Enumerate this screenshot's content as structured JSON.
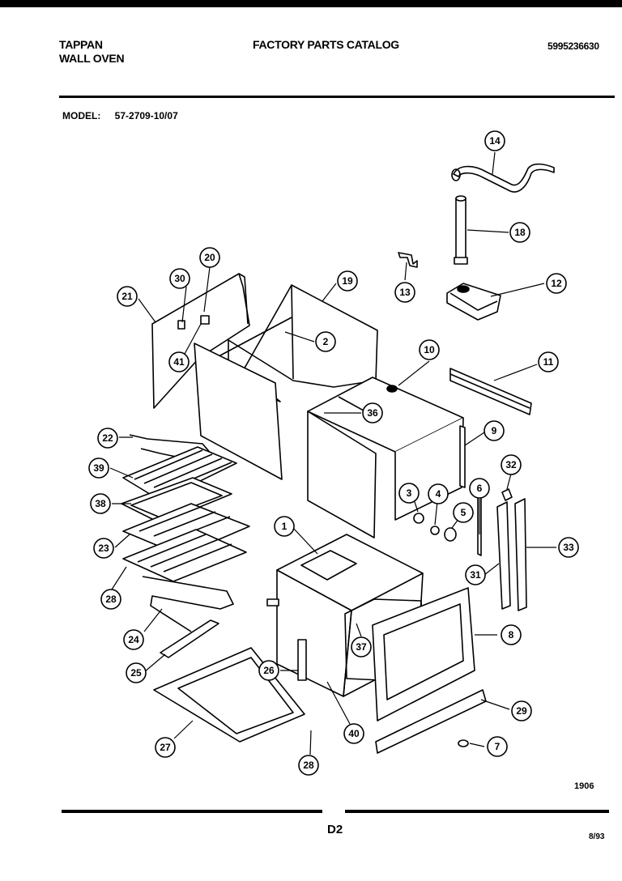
{
  "header": {
    "brand_line1": "TAPPAN",
    "brand_line2": "WALL OVEN",
    "catalog_title": "FACTORY PARTS CATALOG",
    "catalog_number": "5995236630"
  },
  "model": {
    "label": "MODEL:",
    "value": "57-2709-10/07"
  },
  "callouts": [
    "14",
    "18",
    "13",
    "12",
    "30",
    "20",
    "21",
    "19",
    "2",
    "41",
    "10",
    "11",
    "36",
    "9",
    "22",
    "39",
    "38",
    "23",
    "28",
    "3",
    "4",
    "5",
    "6",
    "32",
    "1",
    "33",
    "31",
    "24",
    "8",
    "37",
    "25",
    "26",
    "40",
    "27",
    "29",
    "7",
    "28"
  ],
  "footer": {
    "code": "1906",
    "page_label": "D2",
    "date": "8/93"
  }
}
